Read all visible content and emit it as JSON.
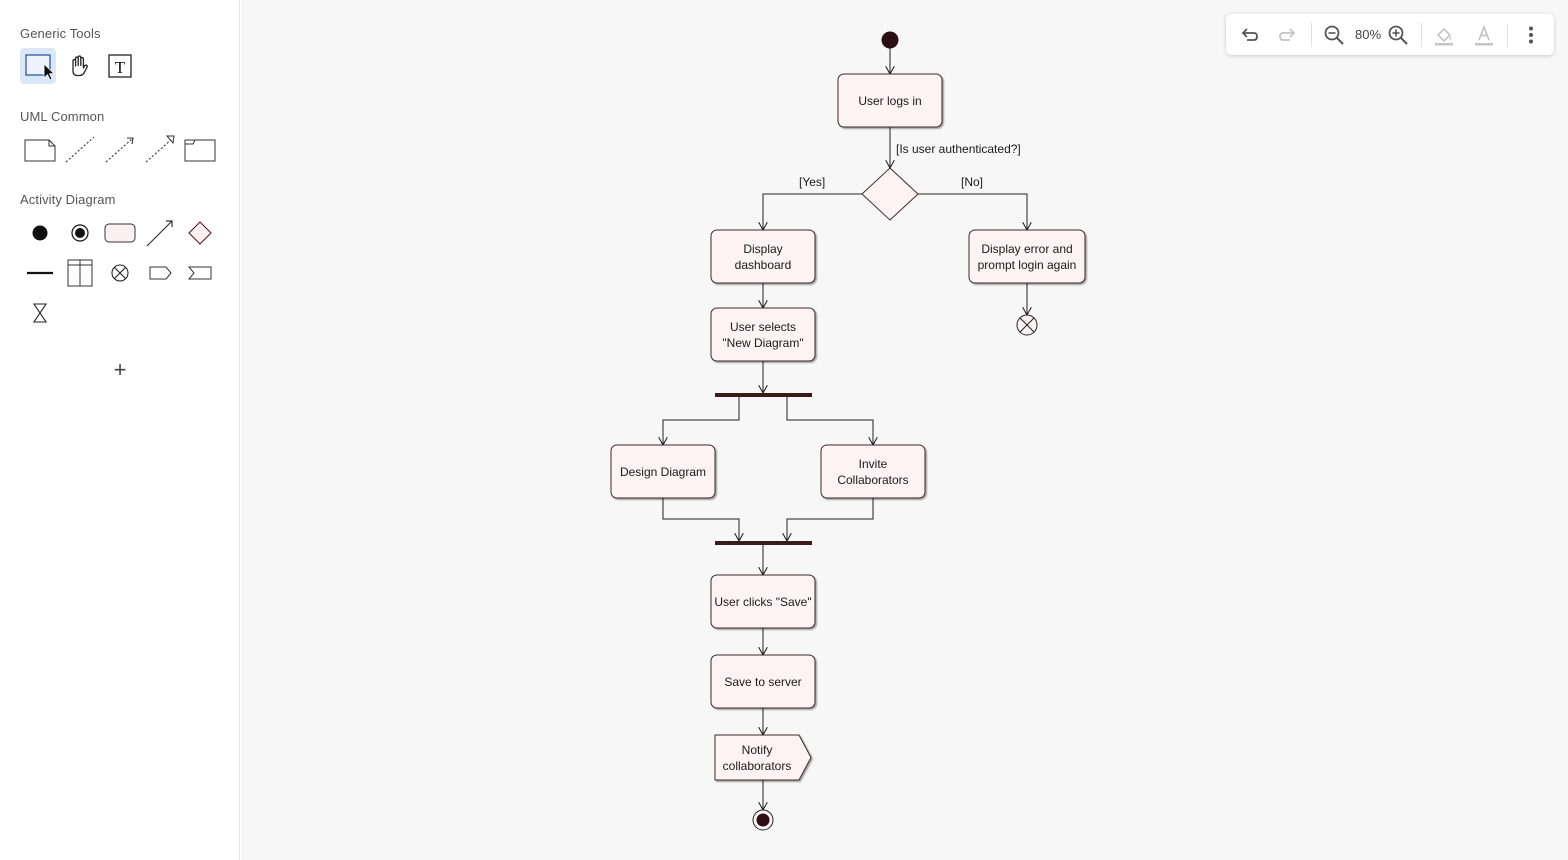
{
  "sidebar": {
    "generic_tools": {
      "title": "Generic Tools"
    },
    "uml_common": {
      "title": "UML Common"
    },
    "activity_diagram": {
      "title": "Activity Diagram"
    },
    "add_symbol": "+"
  },
  "toolbar": {
    "zoom_level": "80%"
  },
  "diagram": {
    "nodes": {
      "login": "User logs in",
      "dashboard": [
        "Display",
        "dashboard"
      ],
      "error": [
        "Display error and",
        "prompt login again"
      ],
      "new_diagram": [
        "User selects",
        "\"New Diagram\""
      ],
      "design": "Design Diagram",
      "invite": [
        "Invite",
        "Collaborators"
      ],
      "save_click": "User clicks \"Save\"",
      "save_server": "Save to server",
      "notify": [
        "Notify",
        "collaborators"
      ]
    },
    "guards": {
      "decision": "[Is user authenticated?]",
      "yes": "[Yes]",
      "no": "[No]"
    }
  },
  "colors": {
    "node_fill": "#fdf3f3",
    "node_stroke": "#3a2a2a",
    "bar": "#3b1a1a",
    "initial": "#2b0f12",
    "selected_tool": "#dbe6f7",
    "canvas_bg": "#f7f7f8"
  }
}
